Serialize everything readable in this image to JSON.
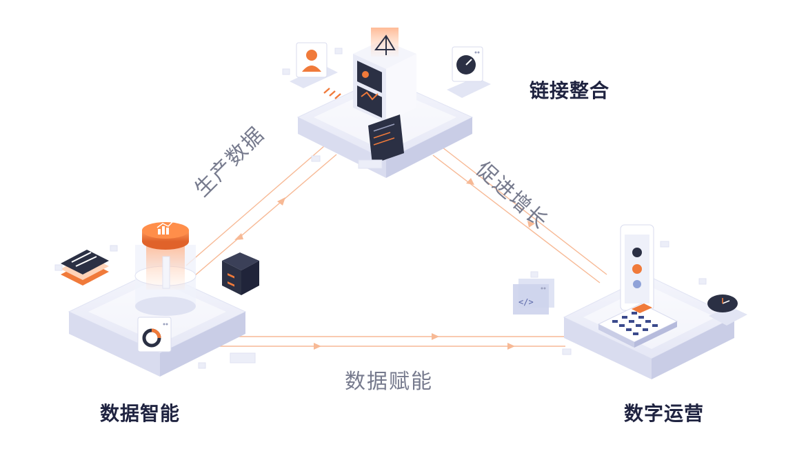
{
  "nodes": {
    "top": {
      "label": "链接整合"
    },
    "left": {
      "label": "数据智能"
    },
    "right": {
      "label": "数字运营"
    }
  },
  "edges": {
    "left": {
      "label": "生产数据"
    },
    "right": {
      "label": "促进增长"
    },
    "bottom": {
      "label": "数据赋能"
    }
  },
  "colors": {
    "accent": "#f07a3a",
    "platform": "#e9ebf7",
    "platform_shade": "#d5d8ee",
    "label": "#1f2340",
    "edge_label": "#767a8d",
    "dark": "#2b3044"
  },
  "icons": [
    "server-tower-icon",
    "user-card-icon",
    "gauge-icon",
    "terminal-card-icon",
    "database-coin-icon",
    "document-chart-icon",
    "server-rack-icon",
    "donut-chart-icon",
    "smartphone-icon",
    "calculator-icon",
    "code-window-icon",
    "clock-icon"
  ]
}
